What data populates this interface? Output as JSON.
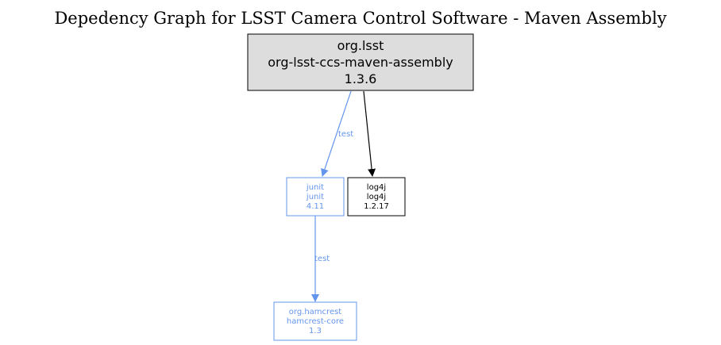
{
  "diagram": {
    "title": "Depedency Graph for LSST Camera Control Software - Maven Assembly",
    "colors": {
      "test": "#6495ed",
      "compile": "#000000",
      "root_fill": "#dddddd"
    },
    "nodes": {
      "root": {
        "group": "org.lsst",
        "artifact": "org-lsst-ccs-maven-assembly",
        "version": "1.3.6"
      },
      "junit": {
        "group": "junit",
        "artifact": "junit",
        "version": "4.11"
      },
      "log4j": {
        "group": "log4j",
        "artifact": "log4j",
        "version": "1.2.17"
      },
      "hamcrest": {
        "group": "org.hamcrest",
        "artifact": "hamcrest-core",
        "version": "1.3"
      }
    },
    "edges": [
      {
        "from": "root",
        "to": "junit",
        "label": "test",
        "scope": "test"
      },
      {
        "from": "root",
        "to": "log4j",
        "label": "",
        "scope": "compile"
      },
      {
        "from": "junit",
        "to": "hamcrest",
        "label": "test",
        "scope": "test"
      }
    ]
  }
}
